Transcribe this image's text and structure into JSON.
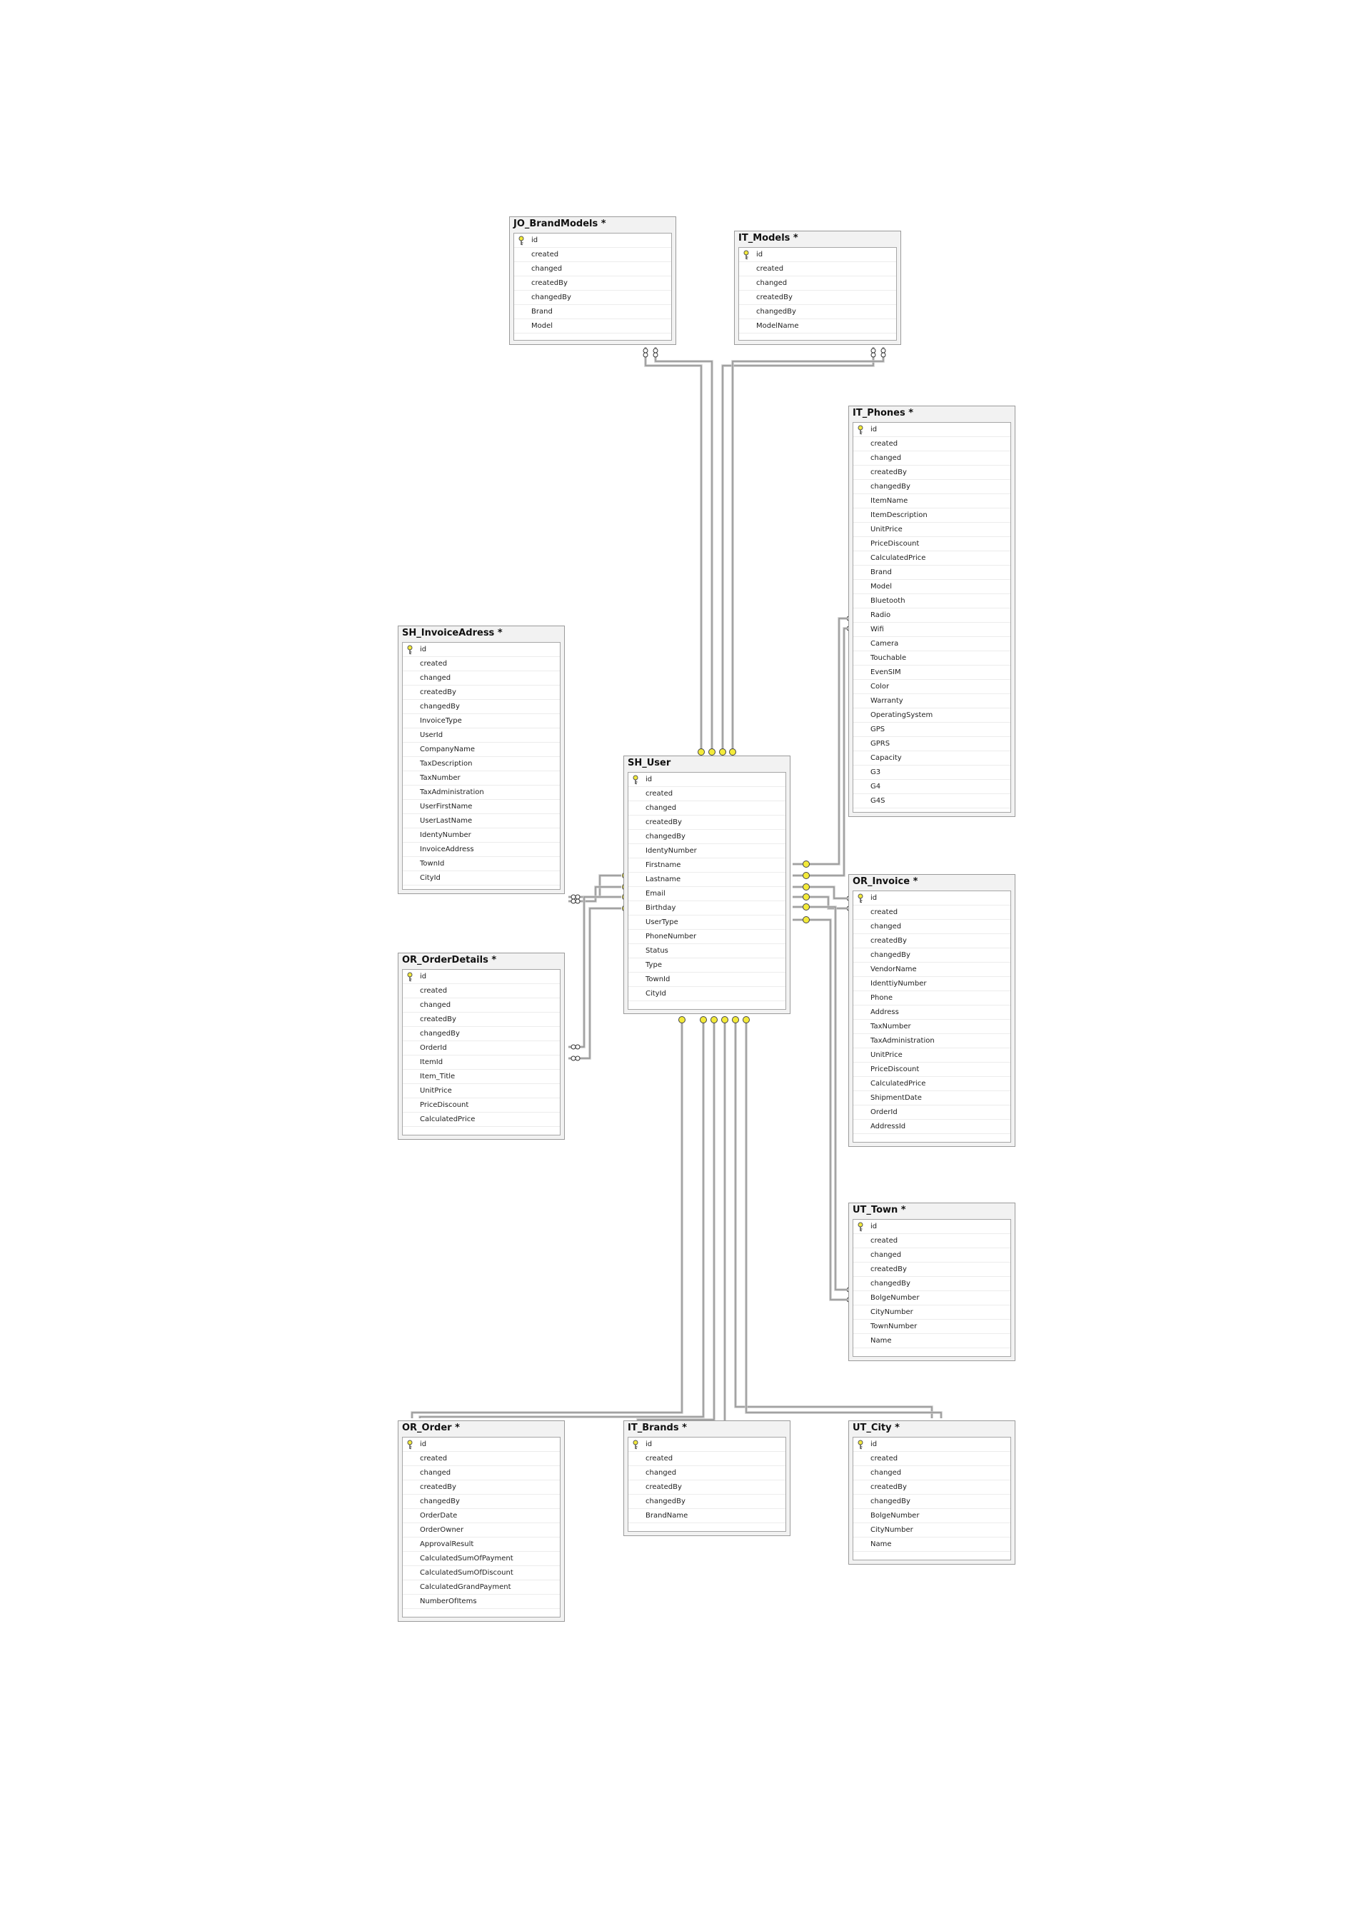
{
  "tables": [
    {
      "id": "jo_brandmodels",
      "title": "JO_BrandModels *",
      "columns": [
        "id",
        "created",
        "changed",
        "createdBy",
        "changedBy",
        "Brand",
        "Model"
      ]
    },
    {
      "id": "it_models",
      "title": "IT_Models *",
      "columns": [
        "id",
        "created",
        "changed",
        "createdBy",
        "changedBy",
        "ModelName"
      ]
    },
    {
      "id": "it_phones",
      "title": "IT_Phones *",
      "columns": [
        "id",
        "created",
        "changed",
        "createdBy",
        "changedBy",
        "ItemName",
        "ItemDescription",
        "UnitPrice",
        "PriceDiscount",
        "CalculatedPrice",
        "Brand",
        "Model",
        "Bluetooth",
        "Radio",
        "Wifi",
        "Camera",
        "Touchable",
        "EvenSIM",
        "Color",
        "Warranty",
        "OperatingSystem",
        "GPS",
        "GPRS",
        "Capacity",
        "G3",
        "G4",
        "G4S"
      ]
    },
    {
      "id": "sh_invoiceadress",
      "title": "SH_InvoiceAdress *",
      "columns": [
        "id",
        "created",
        "changed",
        "createdBy",
        "changedBy",
        "InvoiceType",
        "UserId",
        "CompanyName",
        "TaxDescription",
        "TaxNumber",
        "TaxAdministration",
        "UserFirstName",
        "UserLastName",
        "IdentyNumber",
        "InvoiceAddress",
        "TownId",
        "CityId"
      ]
    },
    {
      "id": "sh_user",
      "title": "SH_User",
      "columns": [
        "id",
        "created",
        "changed",
        "createdBy",
        "changedBy",
        "IdentyNumber",
        "Firstname",
        "Lastname",
        "Email",
        "Birthday",
        "UserType",
        "PhoneNumber",
        "Status",
        "Type",
        "TownId",
        "CityId"
      ]
    },
    {
      "id": "or_invoice",
      "title": "OR_Invoice *",
      "columns": [
        "id",
        "created",
        "changed",
        "createdBy",
        "changedBy",
        "VendorName",
        "IdenttiyNumber",
        "Phone",
        "Address",
        "TaxNumber",
        "TaxAdministration",
        "UnitPrice",
        "PriceDiscount",
        "CalculatedPrice",
        "ShipmentDate",
        "OrderId",
        "AddressId"
      ]
    },
    {
      "id": "or_orderdetails",
      "title": "OR_OrderDetails *",
      "columns": [
        "id",
        "created",
        "changed",
        "createdBy",
        "changedBy",
        "OrderId",
        "ItemId",
        "Item_Title",
        "UnitPrice",
        "PriceDiscount",
        "CalculatedPrice"
      ]
    },
    {
      "id": "ut_town",
      "title": "UT_Town *",
      "columns": [
        "id",
        "created",
        "changed",
        "createdBy",
        "changedBy",
        "BolgeNumber",
        "CityNumber",
        "TownNumber",
        "Name"
      ]
    },
    {
      "id": "or_order",
      "title": "OR_Order *",
      "columns": [
        "id",
        "created",
        "changed",
        "createdBy",
        "changedBy",
        "OrderDate",
        "OrderOwner",
        "ApprovalResult",
        "CalculatedSumOfPayment",
        "CalculatedSumOfDiscount",
        "CalculatedGrandPayment",
        "NumberOfItems"
      ]
    },
    {
      "id": "it_brands",
      "title": "IT_Brands *",
      "columns": [
        "id",
        "created",
        "changed",
        "createdBy",
        "changedBy",
        "BrandName"
      ]
    },
    {
      "id": "ut_city",
      "title": "UT_City *",
      "columns": [
        "id",
        "created",
        "changed",
        "createdBy",
        "changedBy",
        "BolgeNumber",
        "CityNumber",
        "Name"
      ]
    }
  ],
  "colors": {
    "line": "#8c8c8c",
    "key_fill": "#f3ea3a",
    "key_stroke": "#555555"
  }
}
